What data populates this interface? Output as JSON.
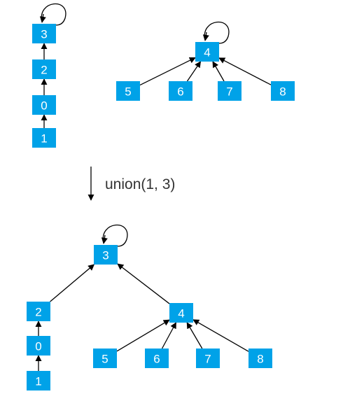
{
  "operation": {
    "label": "union(1, 3)"
  },
  "colors": {
    "node": "#00a2e8",
    "node_text": "#ffffff",
    "edge": "#000000"
  },
  "before": {
    "nodes": [
      "3",
      "2",
      "0",
      "1",
      "4",
      "5",
      "6",
      "7",
      "8"
    ],
    "edges": [
      [
        "1",
        "0"
      ],
      [
        "0",
        "2"
      ],
      [
        "2",
        "3"
      ],
      [
        "5",
        "4"
      ],
      [
        "6",
        "4"
      ],
      [
        "7",
        "4"
      ],
      [
        "8",
        "4"
      ]
    ],
    "self_loops": [
      "3",
      "4"
    ]
  },
  "after": {
    "nodes": [
      "3",
      "2",
      "4",
      "0",
      "1",
      "5",
      "6",
      "7",
      "8"
    ],
    "edges": [
      [
        "2",
        "3"
      ],
      [
        "4",
        "3"
      ],
      [
        "1",
        "0"
      ],
      [
        "0",
        "2"
      ],
      [
        "5",
        "4"
      ],
      [
        "6",
        "4"
      ],
      [
        "7",
        "4"
      ],
      [
        "8",
        "4"
      ]
    ],
    "self_loops": [
      "3"
    ]
  }
}
